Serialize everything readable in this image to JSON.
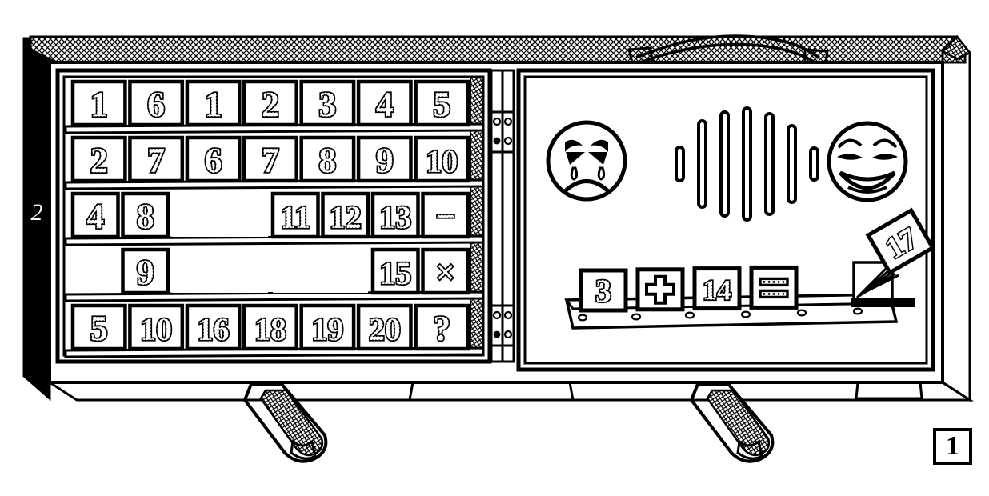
{
  "figure": {
    "label": "1",
    "title": "Educational number-tile board with carrying handle and folding legs",
    "side_marker": "2"
  },
  "colors": {
    "ink": "#000000",
    "paper": "#ffffff",
    "hatch": "#000000"
  },
  "left_panel": {
    "name": "number-tile-rack",
    "rows": [
      {
        "slots": [
          {
            "label": "1",
            "empty": false,
            "wide": false
          },
          {
            "label": "6",
            "empty": false,
            "wide": false
          },
          {
            "label": "1",
            "empty": false,
            "wide": false
          },
          {
            "label": "2",
            "empty": false,
            "wide": false
          },
          {
            "label": "3",
            "empty": false,
            "wide": false
          },
          {
            "label": "4",
            "empty": false,
            "wide": false
          },
          {
            "label": "5",
            "empty": false,
            "wide": false
          }
        ]
      },
      {
        "slots": [
          {
            "label": "2",
            "empty": false,
            "wide": false
          },
          {
            "label": "7",
            "empty": false,
            "wide": false
          },
          {
            "label": "6",
            "empty": false,
            "wide": false
          },
          {
            "label": "7",
            "empty": false,
            "wide": false
          },
          {
            "label": "8",
            "empty": false,
            "wide": false
          },
          {
            "label": "9",
            "empty": false,
            "wide": false
          },
          {
            "label": "10",
            "empty": false,
            "wide": false
          }
        ]
      },
      {
        "slots": [
          {
            "label": "4",
            "empty": false,
            "wide": false
          },
          {
            "label": "8",
            "empty": false,
            "wide": false
          },
          {
            "label": "",
            "empty": true,
            "wide": true
          },
          {
            "label": "11",
            "empty": false,
            "wide": false
          },
          {
            "label": "12",
            "empty": false,
            "wide": false
          },
          {
            "label": "13",
            "empty": false,
            "wide": false
          },
          {
            "label": "−",
            "empty": false,
            "wide": false
          }
        ]
      },
      {
        "slots": [
          {
            "label": "",
            "empty": true,
            "wide": false
          },
          {
            "label": "9",
            "empty": false,
            "wide": false
          },
          {
            "label": "",
            "empty": true,
            "wide": true
          },
          {
            "label": "",
            "empty": true,
            "wide": true
          },
          {
            "label": "15",
            "empty": false,
            "wide": false
          },
          {
            "label": "×",
            "empty": false,
            "wide": false
          }
        ]
      },
      {
        "slots": [
          {
            "label": "5",
            "empty": false,
            "wide": false
          },
          {
            "label": "10",
            "empty": false,
            "wide": false
          },
          {
            "label": "16",
            "empty": false,
            "wide": false
          },
          {
            "label": "18",
            "empty": false,
            "wide": false
          },
          {
            "label": "19",
            "empty": false,
            "wide": false
          },
          {
            "label": "20",
            "empty": false,
            "wide": false
          },
          {
            "label": "?",
            "empty": false,
            "wide": false
          }
        ]
      }
    ]
  },
  "right_panel": {
    "name": "answer-display-board",
    "sad_face": {
      "name": "sad-face-icon",
      "description": "frowning face with two tears"
    },
    "happy_face": {
      "name": "happy-face-icon",
      "description": "smiling face"
    },
    "meter": {
      "name": "progress-meter",
      "bar_count": 7,
      "bar_heights": [
        42,
        108,
        130,
        140,
        126,
        96,
        40
      ]
    },
    "equation": {
      "name": "equation-tray",
      "tiles": [
        {
          "label": "3",
          "tilted": false
        },
        {
          "label": "+",
          "tilted": false
        },
        {
          "label": "14",
          "tilted": false
        },
        {
          "label": "=",
          "tilted": false
        },
        {
          "label": "",
          "tilted": false,
          "blank": true
        },
        {
          "label": "17",
          "tilted": true
        }
      ],
      "reads": "3 + 14 = 17"
    }
  },
  "hardware": {
    "handle": {
      "name": "carry-handle"
    },
    "hinge_top": {
      "name": "hinge-top",
      "screws": 4
    },
    "hinge_bottom": {
      "name": "hinge-bottom",
      "screws": 4
    },
    "leg_left": {
      "name": "support-leg-left"
    },
    "leg_right": {
      "name": "support-leg-right"
    }
  }
}
